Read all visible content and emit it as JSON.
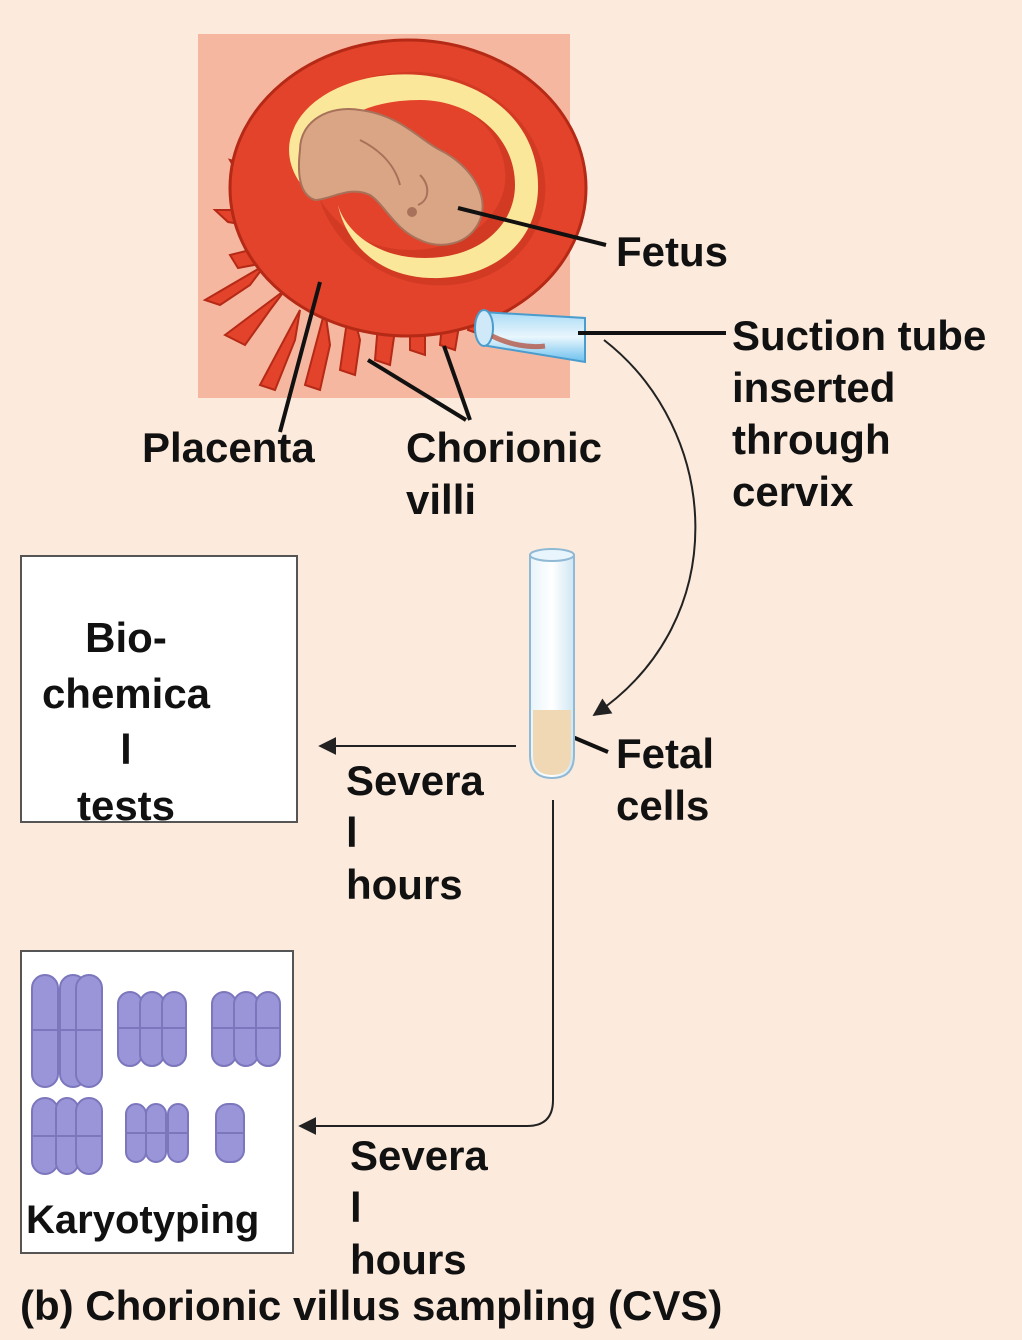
{
  "labels": {
    "fetus": "Fetus",
    "suction_tube": "Suction tube\ninserted\nthrough\ncervix",
    "placenta": "Placenta",
    "chorionic_villi": "Chorionic\nvilli",
    "fetal_cells": "Fetal\ncells",
    "biochemical_tests": "Bio-\nchemica\nl\ntests",
    "several_hours_1": "Severa\nl\nhours",
    "several_hours_2": "Severa\nl\nhours",
    "karyotyping": "Karyotyping",
    "caption": "(b) Chorionic villus sampling (CVS)"
  },
  "colors": {
    "background": "#fcebdd",
    "uterine_panel": "#f6b7a0",
    "placenta_red": "#e2432a",
    "yolk": "#fbe79a",
    "fetus": "#d9a585",
    "tube_liquid_blue": "#63b8ea",
    "fetal_cells_tan": "#f0d8b4",
    "chromosome_purple": "#9a94d8"
  }
}
